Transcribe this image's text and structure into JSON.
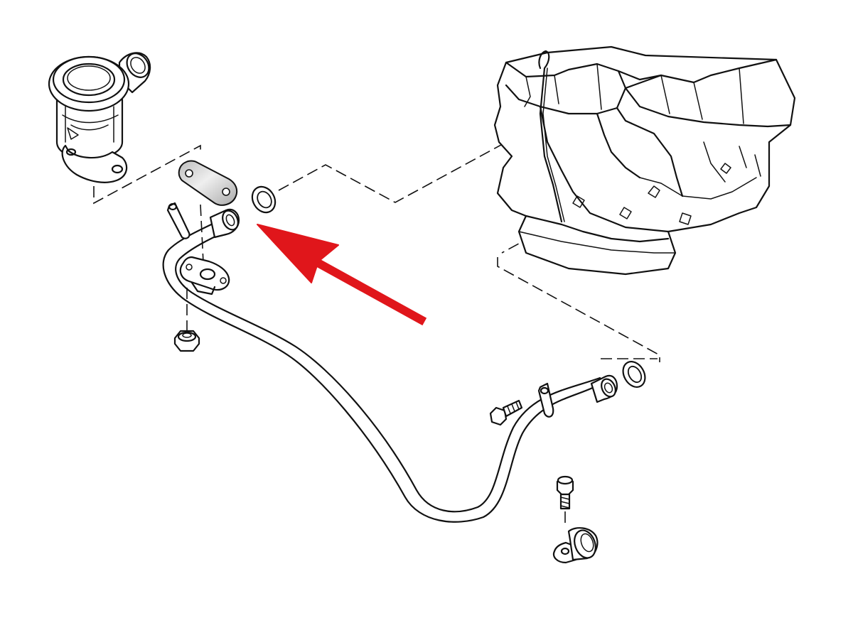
{
  "diagram": {
    "type": "exploded-parts-diagram",
    "parts": [
      "egr-valve-icon",
      "blanking-plate",
      "upper-o-ring",
      "lower-o-ring",
      "egr-pipe",
      "flange-nut",
      "mount-bolt",
      "clamp-bolt",
      "pipe-clamp",
      "engine-block"
    ],
    "highlight": {
      "target": "upper-o-ring",
      "color": "#e0161b"
    },
    "colors": {
      "line": "#111111",
      "plate_fill": "#c9c9c9",
      "background": "#ffffff"
    }
  }
}
